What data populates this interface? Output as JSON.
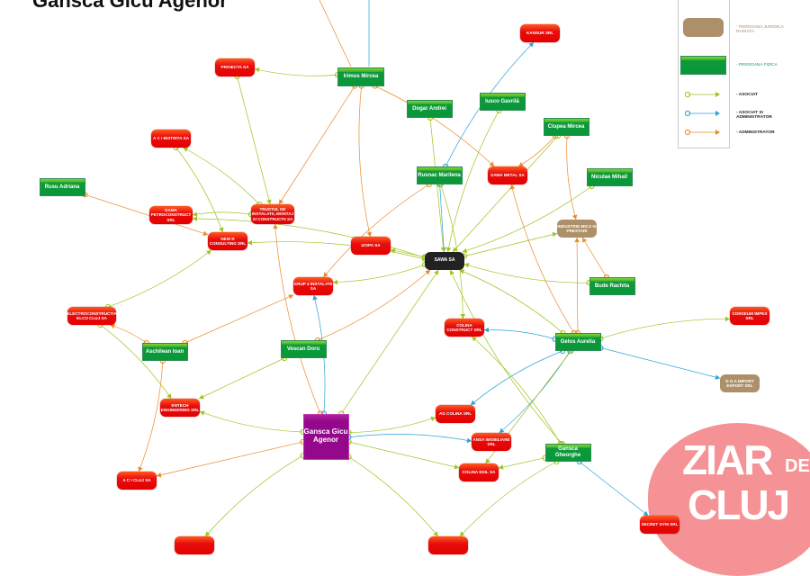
{
  "title": "Gansca Gicu Agenor",
  "colors": {
    "asociat": "#9dc41f",
    "asociat_admin": "#2aa4d8",
    "administrator": "#e98a2a"
  },
  "legend": {
    "dissolved": "- PERSOANA JURIDICA RADIATA",
    "person": "- PERSOANA FIZICA",
    "asociat": "- ASOCIAT",
    "asociat_admin": "- ASOCIAT SI ADMINISTRATOR",
    "administrator": "- ADMINISTRATOR"
  },
  "watermark": {
    "line1": "ZIAR",
    "de": "DE",
    "line2": "CLUJ"
  },
  "nodes": [
    {
      "id": "proiecta",
      "label": "PROIECTA SA",
      "type": "company"
    },
    {
      "id": "irimus",
      "label": "Irimus Mircea",
      "type": "person"
    },
    {
      "id": "kansur",
      "label": "KANSUR SRL",
      "type": "company"
    },
    {
      "id": "acibistrita",
      "label": "A C I BISTRITA SA",
      "type": "company"
    },
    {
      "id": "dogar",
      "label": "Dogar Andrei",
      "type": "person"
    },
    {
      "id": "iusco",
      "label": "Iusco Gavrilă",
      "type": "person"
    },
    {
      "id": "ciupea",
      "label": "Ciupea Mircea",
      "type": "person"
    },
    {
      "id": "rusu",
      "label": "Rusu Adriana",
      "type": "person"
    },
    {
      "id": "rusnac",
      "label": "Rusnac Marilena",
      "type": "person"
    },
    {
      "id": "sawametal",
      "label": "SAWA METAL SA",
      "type": "company"
    },
    {
      "id": "niculae",
      "label": "Niculae Mihail",
      "type": "person"
    },
    {
      "id": "gama",
      "label": "GAMA PETROCONSTRUCT SRL",
      "type": "company"
    },
    {
      "id": "trustul",
      "label": "TRUSTUL DE INSTALATII, MONTAJ SI CONSTRUCTII SA",
      "type": "company"
    },
    {
      "id": "newr",
      "label": "NEW R CONSULTING SRL",
      "type": "company"
    },
    {
      "id": "izopa",
      "label": "IZOPA SA",
      "type": "company"
    },
    {
      "id": "sawa",
      "label": "SAWA SA",
      "type": "black"
    },
    {
      "id": "industrie",
      "label": "INDUSTRIE MICA SI PRESTARI",
      "type": "dissolved"
    },
    {
      "id": "grup4",
      "label": "GRUP 4 INSTALATII SA",
      "type": "company"
    },
    {
      "id": "bude",
      "label": "Bude Rachita",
      "type": "person"
    },
    {
      "id": "elco",
      "label": "ELECTROCONSTRUCTIA ELCO CLUJ SA",
      "type": "company"
    },
    {
      "id": "colinaconstruct",
      "label": "COLINA CONSTRUCT SRL",
      "type": "company"
    },
    {
      "id": "corseum",
      "label": "CORSEUM IMPEX SRL",
      "type": "company"
    },
    {
      "id": "gelos",
      "label": "Gelos Aurelia",
      "type": "person"
    },
    {
      "id": "aschilean",
      "label": "Aschilean Ioan",
      "type": "person"
    },
    {
      "id": "vescan",
      "label": "Vescan Doru",
      "type": "person"
    },
    {
      "id": "dga",
      "label": "D G A IMPORT EXPORT SRL",
      "type": "dissolved"
    },
    {
      "id": "entech",
      "label": "ENTECH ENGINEERING SRL",
      "type": "company"
    },
    {
      "id": "agcolina",
      "label": "AG COLINA SRL",
      "type": "company"
    },
    {
      "id": "gansca",
      "label": "Gansca Gicu Agenor",
      "type": "main"
    },
    {
      "id": "ansa",
      "label": "ANSA IMOBILIARE SRL",
      "type": "company"
    },
    {
      "id": "gheorghe",
      "label": "Gansca Gheorghe",
      "type": "person"
    },
    {
      "id": "colinaedil",
      "label": "COLINA EDIL SA",
      "type": "company"
    },
    {
      "id": "acicluj",
      "label": "A C I CLUJ SA",
      "type": "company"
    },
    {
      "id": "secret",
      "label": "SECRET GYM SRL",
      "type": "company"
    },
    {
      "id": "bottom1",
      "label": "",
      "type": "company"
    },
    {
      "id": "bottom2",
      "label": "",
      "type": "company"
    }
  ],
  "edges": [
    [
      "irimus",
      "proiecta",
      "asociat"
    ],
    [
      "irimus",
      "trustul",
      "administrator"
    ],
    [
      "irimus",
      "izopa",
      "administrator"
    ],
    [
      "irimus",
      "sawametal",
      "administrator"
    ],
    [
      "proiecta",
      "trustul",
      "asociat"
    ],
    [
      "trustul",
      "acibistrita",
      "asociat"
    ],
    [
      "acibistrita",
      "newr",
      "asociat"
    ],
    [
      "rusu",
      "newr",
      "administrator"
    ],
    [
      "trustul",
      "gama",
      "asociat"
    ],
    [
      "rusnac",
      "kansur",
      "asociat_admin"
    ],
    [
      "rusnac",
      "sawa",
      "asociat_admin"
    ],
    [
      "rusnac",
      "grup4",
      "administrator"
    ],
    [
      "rusnac",
      "colinaconstruct",
      "asociat"
    ],
    [
      "dogar",
      "sawa",
      "asociat"
    ],
    [
      "iusco",
      "sawa",
      "asociat"
    ],
    [
      "ciupea",
      "sawametal",
      "administrator"
    ],
    [
      "ciupea",
      "sawa",
      "asociat"
    ],
    [
      "ciupea",
      "industrie",
      "administrator"
    ],
    [
      "niculae",
      "sawa",
      "asociat"
    ],
    [
      "sawa",
      "industrie",
      "asociat"
    ],
    [
      "sawa",
      "newr",
      "asociat"
    ],
    [
      "sawa",
      "grup4",
      "asociat"
    ],
    [
      "sawa",
      "izopa",
      "asociat"
    ],
    [
      "sawa",
      "gama",
      "asociat"
    ],
    [
      "bude",
      "sawa",
      "asociat"
    ],
    [
      "bude",
      "industrie",
      "administrator"
    ],
    [
      "gelos",
      "colinaconstruct",
      "asociat_admin"
    ],
    [
      "gelos",
      "corseum",
      "asociat"
    ],
    [
      "gelos",
      "dga",
      "asociat_admin"
    ],
    [
      "gelos",
      "agcolina",
      "asociat_admin"
    ],
    [
      "gelos",
      "ansa",
      "asociat_admin"
    ],
    [
      "gelos",
      "colinaedil",
      "asociat"
    ],
    [
      "gelos",
      "sawa",
      "asociat"
    ],
    [
      "gelos",
      "sawametal",
      "administrator"
    ],
    [
      "gelos",
      "industrie",
      "administrator"
    ],
    [
      "aschilean",
      "elco",
      "administrator"
    ],
    [
      "aschilean",
      "acicluj",
      "administrator"
    ],
    [
      "aschilean",
      "grup4",
      "administrator"
    ],
    [
      "elco",
      "newr",
      "asociat"
    ],
    [
      "elco",
      "entech",
      "asociat"
    ],
    [
      "vescan",
      "entech",
      "asociat"
    ],
    [
      "vescan",
      "sawa",
      "administrator"
    ],
    [
      "gansca",
      "entech",
      "asociat"
    ],
    [
      "gansca",
      "acicluj",
      "administrator"
    ],
    [
      "gansca",
      "grup4",
      "asociat_admin"
    ],
    [
      "gansca",
      "trustul",
      "administrator"
    ],
    [
      "gansca",
      "sawa",
      "asociat"
    ],
    [
      "gansca",
      "agcolina",
      "asociat"
    ],
    [
      "gansca",
      "ansa",
      "asociat_admin"
    ],
    [
      "gansca",
      "colinaedil",
      "asociat"
    ],
    [
      "gansca",
      "bottom1",
      "asociat"
    ],
    [
      "gansca",
      "bottom2",
      "asociat"
    ],
    [
      "gheorghe",
      "colinaedil",
      "asociat"
    ],
    [
      "gheorghe",
      "colinaconstruct",
      "asociat"
    ],
    [
      "gheorghe",
      "sawa",
      "asociat"
    ],
    [
      "gheorghe",
      "secret",
      "asociat_admin"
    ],
    [
      "gheorghe",
      "bottom2",
      "asociat"
    ]
  ]
}
